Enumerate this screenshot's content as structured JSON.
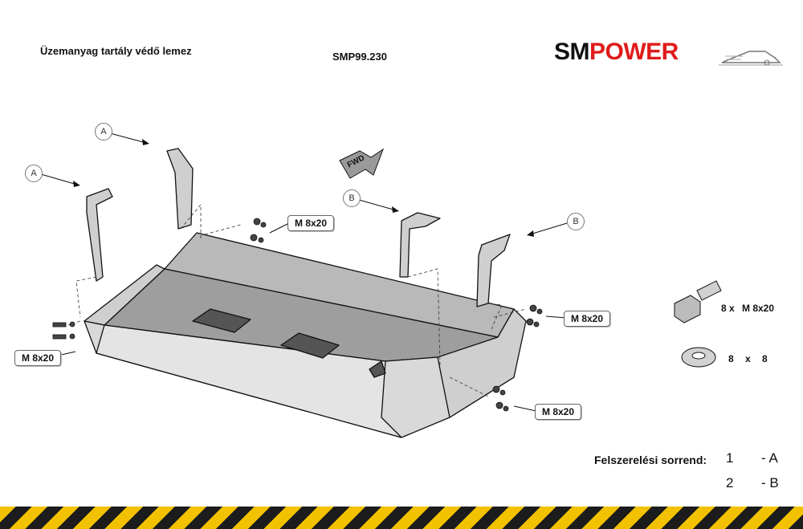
{
  "header": {
    "title": "Üzemanyag tartály védő lemez",
    "code": "SMP99.230",
    "logo": {
      "part1": "SM",
      "part2": "POWER",
      "color1": "#111111",
      "color2": "#e01b1b"
    }
  },
  "diagram": {
    "fwd_label": "FWD",
    "part_labels": [
      "A",
      "A",
      "B",
      "B"
    ],
    "bolt_callouts": [
      "M 8x20",
      "M 8x20",
      "M 8x20",
      "M 8x20"
    ]
  },
  "hardware": {
    "bolt": {
      "qty": "8 x",
      "spec": "M 8x20"
    },
    "washer": {
      "qty": "8",
      "x": "x",
      "spec": "8"
    }
  },
  "install_order": {
    "label": "Felszerelési sorrend:",
    "steps": [
      {
        "num": "1",
        "group": "- A"
      },
      {
        "num": "2",
        "group": "- B"
      }
    ]
  }
}
